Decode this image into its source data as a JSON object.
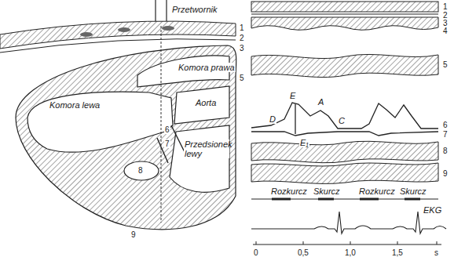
{
  "diagram": {
    "labels": [
      "Przetwornik",
      "1",
      "2",
      "3",
      "Komora prawa",
      "5",
      "Komora lewa",
      "Aorta",
      "6",
      "7",
      "Przedsionek lewy",
      "8",
      "9",
      "1",
      "2",
      "3",
      "4",
      "5",
      "E",
      "D",
      "A",
      "C",
      "E₁",
      "6",
      "7",
      "8",
      "9",
      "Rozkurcz",
      "Skurcz",
      "Rozkurcz",
      "Skurcz",
      "EKG",
      "0",
      "0,5",
      "1,0",
      "1,5",
      "s"
    ]
  }
}
